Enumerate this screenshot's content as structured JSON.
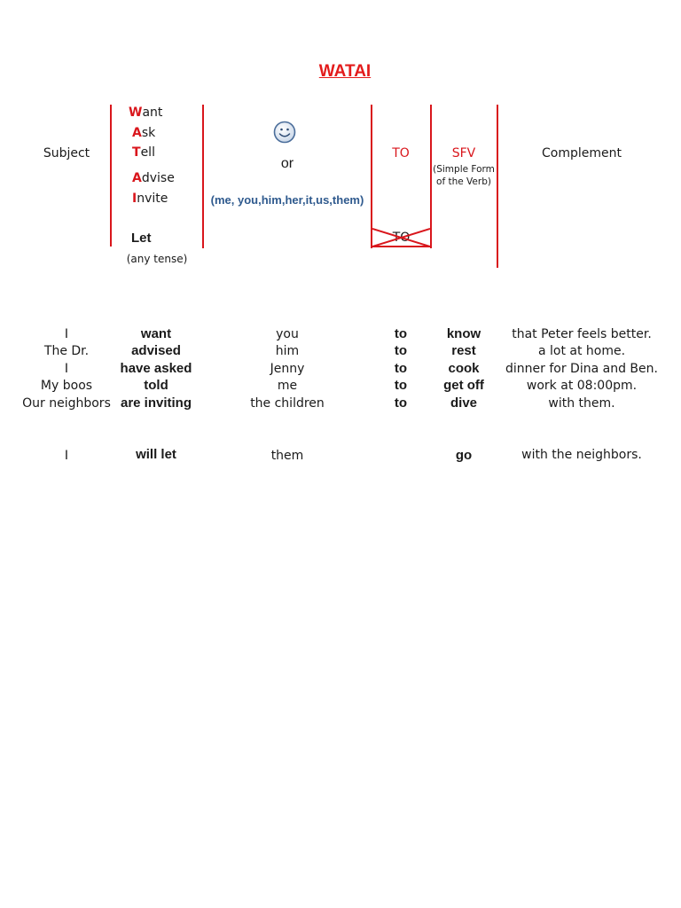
{
  "title": "WATAI",
  "header": {
    "subject": "Subject",
    "verbs": [
      {
        "cap": "W",
        "rest": "ant"
      },
      {
        "cap": "A",
        "rest": "sk"
      },
      {
        "cap": "T",
        "rest": "ell"
      },
      {
        "cap": "A",
        "rest": "dvise"
      },
      {
        "cap": "I",
        "rest": "nvite"
      }
    ],
    "let": "Let",
    "any_tense": "(any tense)",
    "or": "or",
    "pronouns": "(me, you,him,her,it,us,them)",
    "to": "TO",
    "to_crossed": "TO",
    "sfv": "SFV",
    "sfv_note_1": "(Simple Form",
    "sfv_note_2": "of the Verb)",
    "complement": "Complement"
  },
  "smiley_icon": "smiley-face",
  "colors": {
    "accent_red": "#d9161c",
    "pronoun_blue": "#2f5a8e"
  },
  "examples": [
    {
      "subject": "I",
      "verb": "want",
      "object": "you",
      "to": "to",
      "sfv": "know",
      "complement": "that Peter feels better."
    },
    {
      "subject": "The Dr.",
      "verb": "advised",
      "object": "him",
      "to": "to",
      "sfv": "rest",
      "complement": "a lot at home."
    },
    {
      "subject": "I",
      "verb": "have asked",
      "object": "Jenny",
      "to": "to",
      "sfv": "cook",
      "complement": "dinner for Dina and Ben."
    },
    {
      "subject": "My boos",
      "verb": "told",
      "object": "me",
      "to": "to",
      "sfv": "get off",
      "complement": "work at 08:00pm."
    },
    {
      "subject": "Our neighbors",
      "verb": "are inviting",
      "object": "the children",
      "to": "to",
      "sfv": "dive",
      "complement": "with them."
    }
  ],
  "let_example": {
    "subject": "I",
    "verb": "will let",
    "object": "them",
    "sfv": "go",
    "complement": "with the neighbors."
  }
}
